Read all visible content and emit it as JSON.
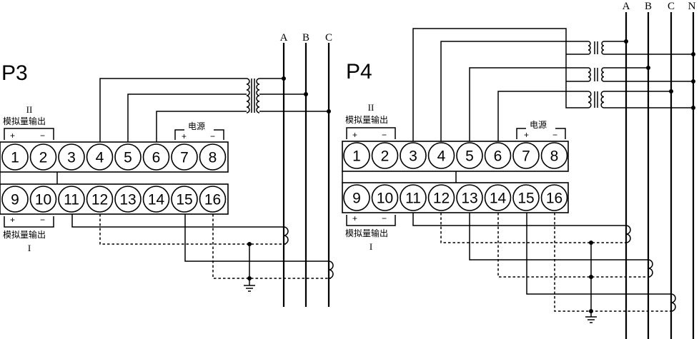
{
  "p3": {
    "title": "P3",
    "terminals_top": [
      "1",
      "2",
      "3",
      "4",
      "5",
      "6",
      "7",
      "8"
    ],
    "terminals_bottom": [
      "9",
      "10",
      "11",
      "12",
      "13",
      "14",
      "15",
      "16"
    ],
    "label_analog_top": "模拟量输出",
    "label_analog_bottom": "模拟量输出",
    "roman_top": "II",
    "roman_bottom": "I",
    "label_power": "电源",
    "plus": "+",
    "minus": "−",
    "phases": [
      "A",
      "B",
      "C"
    ]
  },
  "p4": {
    "title": "P4",
    "terminals_top": [
      "1",
      "2",
      "3",
      "4",
      "5",
      "6",
      "7",
      "8"
    ],
    "terminals_bottom": [
      "9",
      "10",
      "11",
      "12",
      "13",
      "14",
      "15",
      "16"
    ],
    "label_analog_top": "模拟量输出",
    "label_analog_bottom": "模拟量输出",
    "roman_top": "II",
    "roman_bottom": "I",
    "label_power": "电源",
    "plus": "+",
    "minus": "−",
    "phases": [
      "A",
      "B",
      "C",
      "N"
    ]
  }
}
